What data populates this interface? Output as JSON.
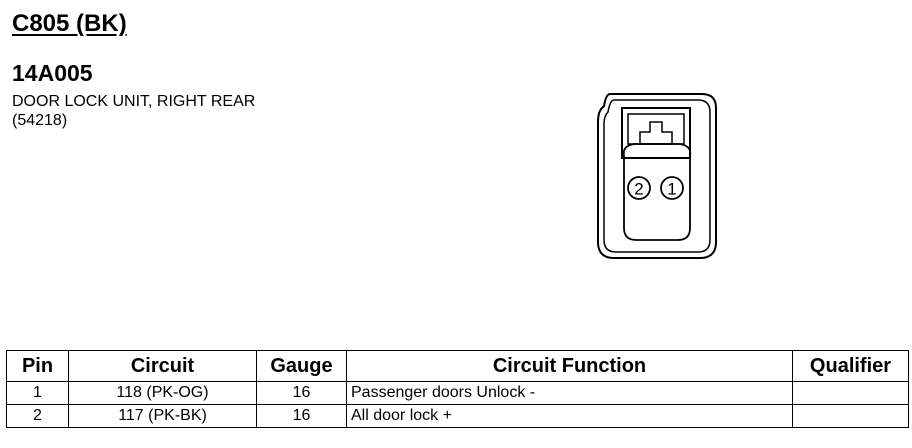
{
  "connector_title": "C805 (BK)",
  "part_number": "14A005",
  "description_lines": [
    "DOOR LOCK UNIT, RIGHT REAR",
    "(54218)"
  ],
  "pin_labels": [
    "2",
    "1"
  ],
  "table": {
    "headers": [
      "Pin",
      "Circuit",
      "Gauge",
      "Circuit Function",
      "Qualifier"
    ],
    "rows": [
      {
        "pin": "1",
        "circuit": "118 (PK-OG)",
        "gauge": "16",
        "function": "Passenger doors Unlock -",
        "qualifier": ""
      },
      {
        "pin": "2",
        "circuit": "117 (PK-BK)",
        "gauge": "16",
        "function": "All door lock +",
        "qualifier": ""
      }
    ]
  }
}
